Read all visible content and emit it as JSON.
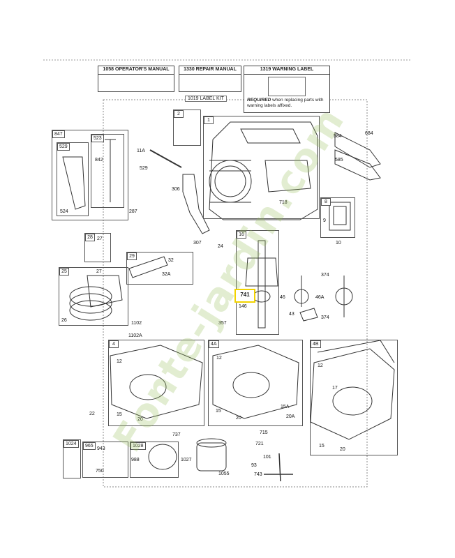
{
  "headers": {
    "operators_manual": "1058 OPERATOR'S MANUAL",
    "repair_manual": "1330 REPAIR MANUAL",
    "warning_label": "1319 WARNING LABEL",
    "label_kit": "1019 LABEL KIT",
    "required_bold": "REQUIRED",
    "required_text": "when replacing parts with warning labels affixed."
  },
  "section_tags": [
    "1",
    "2",
    "4",
    "4A",
    "4B",
    "8",
    "16",
    "25",
    "28",
    "29",
    "523",
    "529",
    "847",
    "965",
    "1024",
    "1028"
  ],
  "part_labels": {
    "p1": "1",
    "p2": "2",
    "p8": "8",
    "p9": "9",
    "p10": "10",
    "p11a": "11A",
    "p529b": "529",
    "p306": "306",
    "p287": "287",
    "p307": "307",
    "p24": "24",
    "p842": "842",
    "p524": "524",
    "p718": "718",
    "p584": "584",
    "p684": "684",
    "p585": "585",
    "p27a": "27",
    "p27b": "27",
    "p32": "32",
    "p32a": "32A",
    "p26": "26",
    "p16": "16",
    "p741": "741",
    "p146": "146",
    "p357": "357",
    "p374a": "374",
    "p374b": "374",
    "p46": "46",
    "p46a": "46A",
    "p43": "43",
    "p1102": "1102",
    "p1102a": "1102A",
    "p12a": "12",
    "p12b": "12",
    "p12c": "12",
    "p17": "17",
    "p15a": "15",
    "p15b": "15",
    "p15c": "15",
    "p15A": "15A",
    "p20a": "20",
    "p20b": "20",
    "p20c": "20",
    "p20A": "20A",
    "p22": "22",
    "p737": "737",
    "p715": "715",
    "p721": "721",
    "p101": "101",
    "p93": "93",
    "p743": "743",
    "p943": "943",
    "p750": "750",
    "p988": "988",
    "p1027": "1027",
    "p1055": "1055"
  },
  "highlighted_part": "741",
  "watermark": "Fonte-jardin.com",
  "colors": {
    "highlight": "#f2d300",
    "line": "#333333",
    "watermark": "#8fbc5a"
  }
}
